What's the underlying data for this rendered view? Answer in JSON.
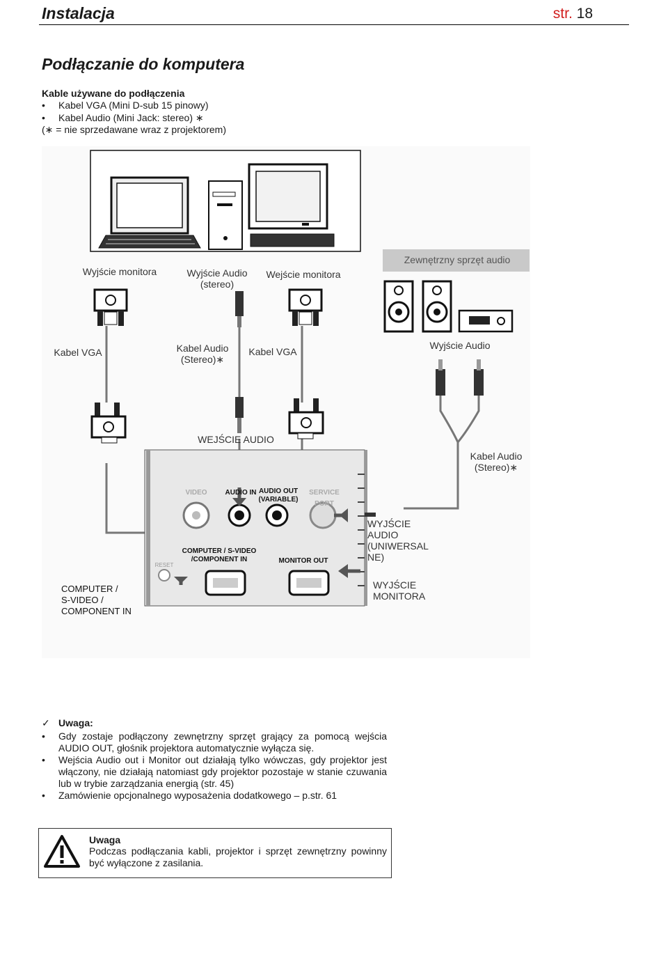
{
  "header": {
    "title": "Instalacja",
    "page_prefix": "str.",
    "page_number": "18"
  },
  "section_title": "Podłączanie do komputera",
  "cables": {
    "title": "Kable używane do podłączenia",
    "items": [
      "Kabel VGA (Mini D-sub 15 pinowy)",
      "Kabel Audio (Mini Jack: stereo) ∗"
    ],
    "footnote": "(∗ = nie sprzedawane wraz z projektorem)"
  },
  "diagram": {
    "labels": {
      "monitor_out_1": "Wyjście monitora",
      "audio_out_line1": "Wyjście Audio",
      "audio_out_line2": "(stereo)",
      "monitor_in": "Wejście monitora",
      "external_audio": "Zewnętrzny sprzęt audio",
      "vga_cable_1": "Kabel VGA",
      "audio_cable_line1": "Kabel Audio",
      "audio_cable_line2": "(Stereo)∗",
      "vga_cable_2": "Kabel VGA",
      "audio_output": "Wyjście Audio",
      "audio_in": "WEJŚCIE AUDIO",
      "audio_cable2_line1": "Kabel Audio",
      "audio_cable2_line2": "(Stereo)∗",
      "audio_out_universal_1": "WYJŚCIE",
      "audio_out_universal_2": "AUDIO",
      "audio_out_universal_3": "(UNIWERSAL",
      "audio_out_universal_4": "NE)",
      "monitor_out_2_line1": "WYJŚCIE",
      "monitor_out_2_line2": "MONITORA"
    },
    "panel": {
      "video": "VIDEO",
      "audio_in": "AUDIO IN",
      "audio_out_1": "AUDIO OUT",
      "audio_out_2": "(VARIABLE)",
      "service_port": "SERVICE PORT",
      "reset": "RESET",
      "computer_1": "COMPUTER / S-VIDEO",
      "computer_2": "/COMPONENT IN",
      "monitor_out": "MONITOR OUT",
      "side_1": "COMPUTER /",
      "side_2": "S-VIDEO /",
      "side_3": "COMPONENT IN"
    }
  },
  "note": {
    "title": "Uwaga:",
    "items": [
      "Gdy zostaje podłączony zewnętrzny sprzęt grający za pomocą wejścia AUDIO OUT, głośnik projektora automatycznie wyłącza się.",
      "Wejścia Audio out i Monitor out działają tylko wówczas, gdy projektor jest włączony, nie działają natomiast gdy projektor pozostaje w stanie czuwania lub w trybie zarządzania energią (str. 45)",
      "Zamówienie opcjonalnego wyposażenia dodatkowego – p.str. 61"
    ]
  },
  "warning": {
    "title": "Uwaga",
    "text": "Podczas podłączania kabli, projektor i sprzęt zewnętrzny powinny być wyłączone z zasilania."
  }
}
